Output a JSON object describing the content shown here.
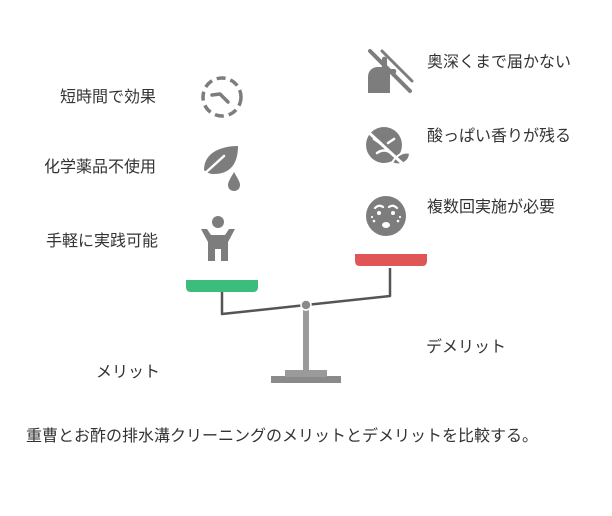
{
  "merits": {
    "heading": "メリット",
    "items": [
      {
        "label": "短時間で効果",
        "icon": "clock-dashed-icon"
      },
      {
        "label": "化学薬品不使用",
        "icon": "leaf-drop-icon"
      },
      {
        "label": "手軽に実践可能",
        "icon": "person-cheering-icon"
      }
    ]
  },
  "demerits": {
    "heading": "デメリット",
    "items": [
      {
        "label": "奥深くまで届かない",
        "icon": "hand-blocked-icon"
      },
      {
        "label": "酸っぱい香りが残る",
        "icon": "sour-face-icon"
      },
      {
        "label": "複数回実施が必要",
        "icon": "repeat-face-icon"
      }
    ]
  },
  "caption": "重曹とお酢の排水溝クリーニングのメリットとデメリットを比較する。",
  "colors": {
    "merit_pan": "#3dbd7d",
    "demerit_pan": "#e05555",
    "icon_gray": "#7d7d7d",
    "beam": "#555555",
    "stand": "#8a8a8a",
    "text": "#333333"
  }
}
